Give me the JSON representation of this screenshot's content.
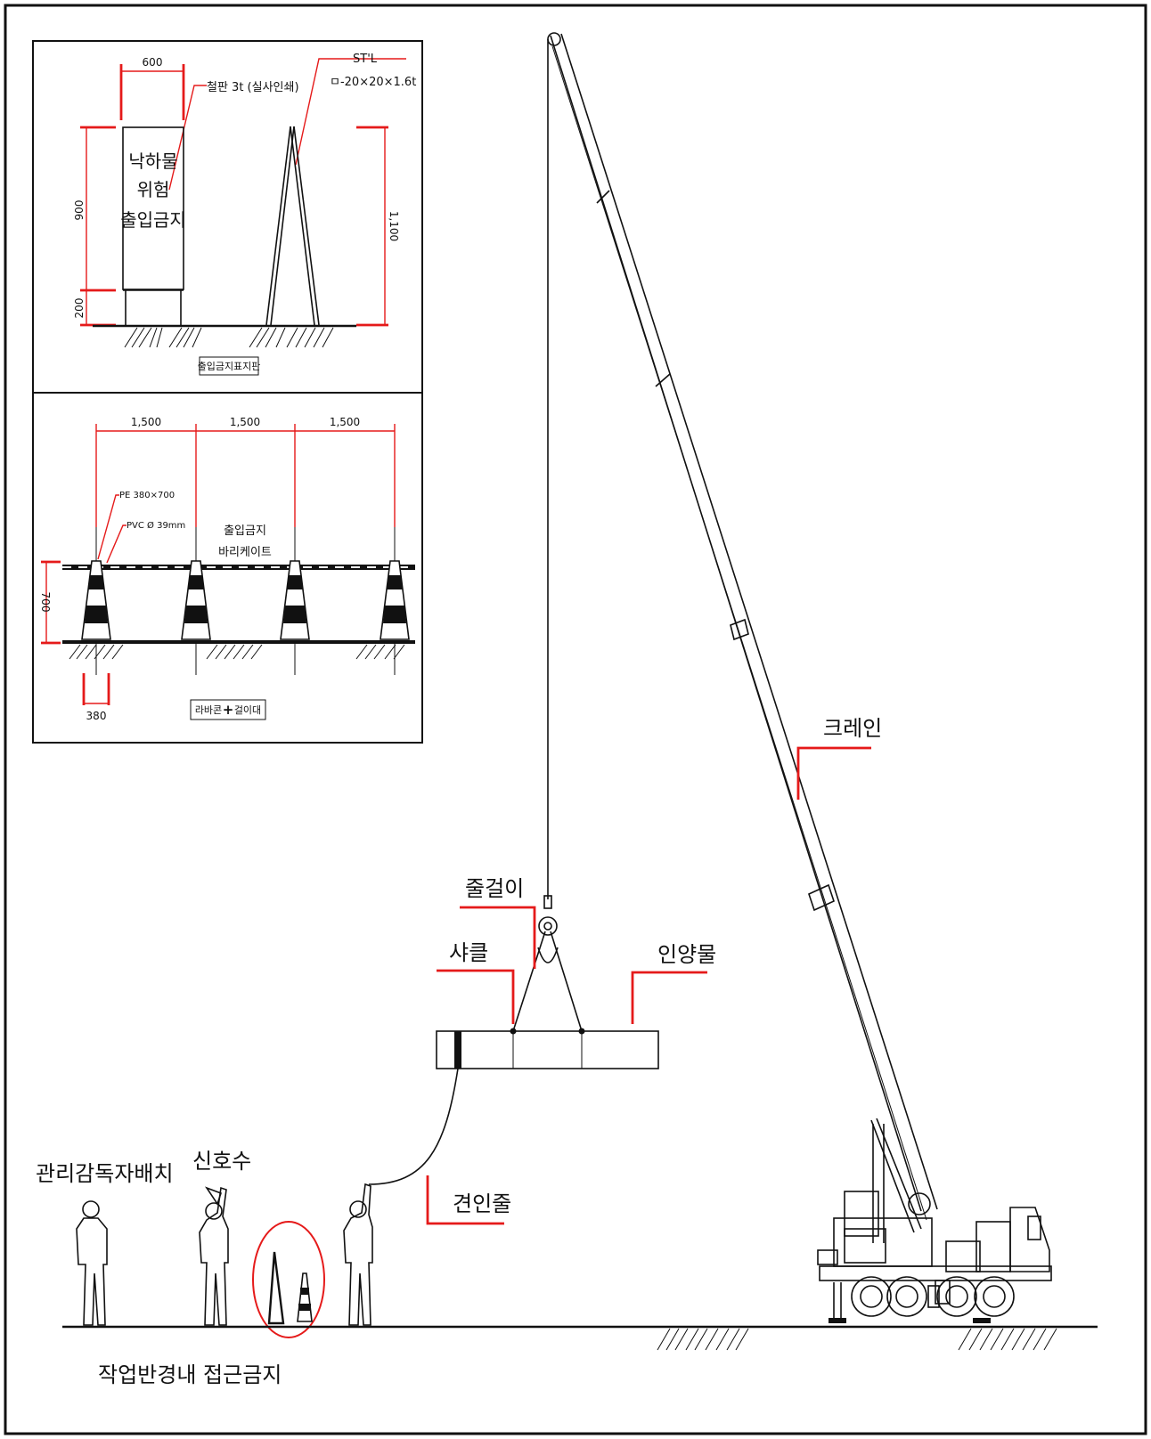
{
  "colors": {
    "ink": "#111111",
    "leader": "#e51a1a",
    "paper": "#ffffff"
  },
  "sign_detail": {
    "width_dim": "600",
    "plate_note": "철판 3t (실사인쇄)",
    "frame_note_1": "ST'L",
    "frame_note_2": "ㅁ-20×20×1.6t",
    "sign_text": [
      "낙하물",
      "위험",
      "출입금지"
    ],
    "dim_upper": "900",
    "dim_lower": "200",
    "dim_height": "1,100",
    "caption": "출입금지표지판"
  },
  "barricade_detail": {
    "spacings": [
      "1,500",
      "1,500",
      "1,500"
    ],
    "pe_note": "PE 380×700",
    "pvc_note": "PVC Ø 39mm",
    "title_1": "출입금지",
    "title_2": "바리케이트",
    "height_dim": "700",
    "base_dim": "380",
    "caption_left": "라바콘",
    "caption_plus": "+",
    "caption_right": "걸이대"
  },
  "labels": {
    "crane": "크레인",
    "sling": "줄걸이",
    "shackle": "샤클",
    "load": "인양물",
    "tagline": "견인줄",
    "supervisor": "관리감독자배치",
    "signalman": "신호수",
    "no_entry": "작업반경내 접근금지"
  }
}
